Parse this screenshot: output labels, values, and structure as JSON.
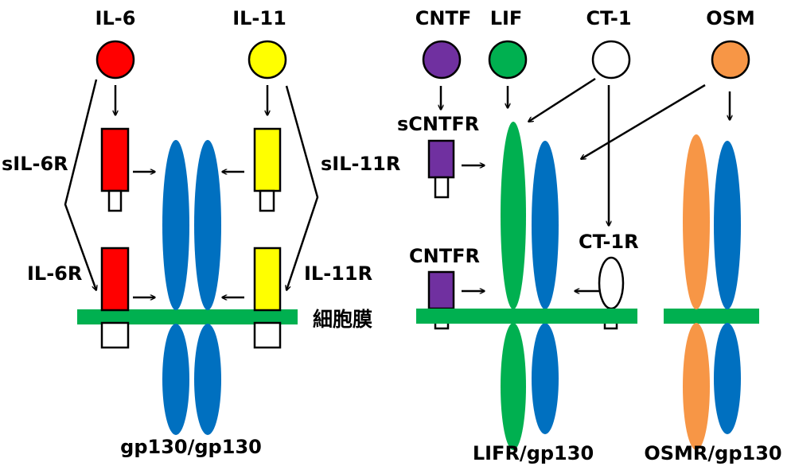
{
  "ligands": [
    {
      "id": "il6",
      "label": "IL-6",
      "color": "#ff0000"
    },
    {
      "id": "il11",
      "label": "IL-11",
      "color": "#ffff00"
    },
    {
      "id": "cntf",
      "label": "CNTF",
      "color": "#7030a0"
    },
    {
      "id": "lif",
      "label": "LIF",
      "color": "#00b050"
    },
    {
      "id": "ct1",
      "label": "CT-1",
      "color": "#ffffff"
    },
    {
      "id": "osm",
      "label": "OSM",
      "color": "#f79646"
    }
  ],
  "receptors": {
    "sil6r": "sIL-6R",
    "il6r": "IL-6R",
    "sil11r": "sIL-11R",
    "il11r": "IL-11R",
    "scntfr": "sCNTFR",
    "cntfr": "CNTFR",
    "ct1r": "CT-1R"
  },
  "membrane_label": "細胞膜",
  "complexes": {
    "gp130_gp130": "gp130/gp130",
    "lifr_gp130": "LIFR/gp130",
    "osmr_gp130": "OSMR/gp130"
  },
  "colors": {
    "membrane": "#00b050",
    "gp130": "#0070c0",
    "lifr": "#00b050",
    "osmr": "#f79646",
    "il6r": "#ff0000",
    "il11r": "#ffff00",
    "cntfr": "#7030a0"
  }
}
